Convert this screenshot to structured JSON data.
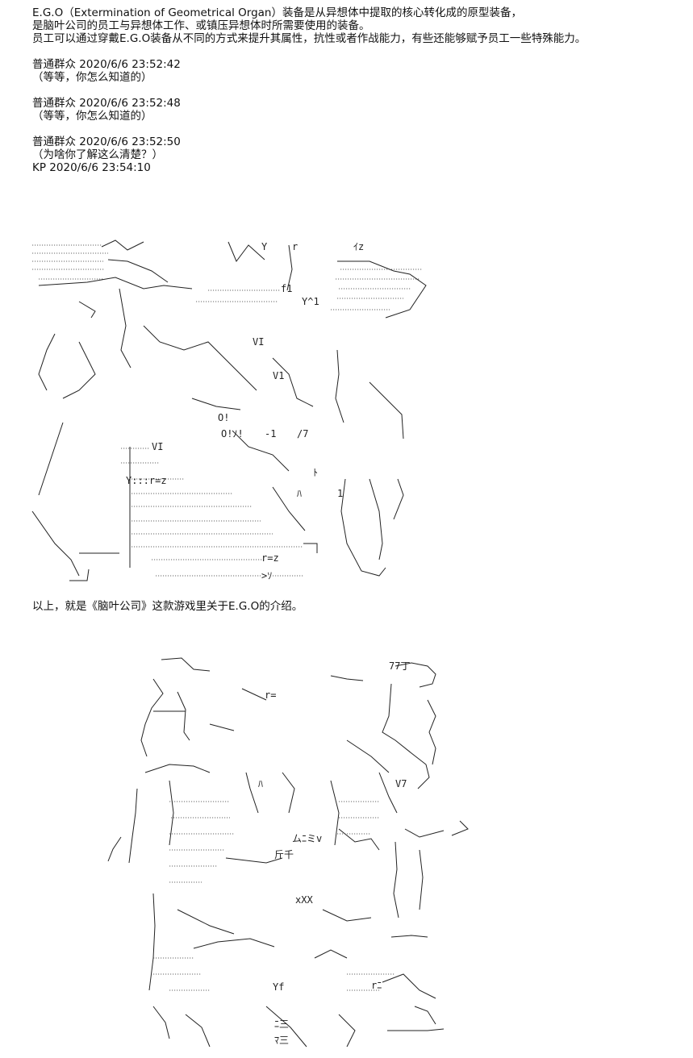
{
  "intro": [
    "E.G.O（Extermination of Geometrical Organ）装备是从异想体中提取的核心转化成的原型装备，",
    "是脑叶公司的员工与异想体工作、或镇压异想体时所需要使用的装备。",
    "员工可以通过穿戴E.G.O装备从不同的方式来提升其属性，抗性或者作战能力，有些还能够赋予员工一些特殊能力。"
  ],
  "comments": [
    {
      "author": "普通群众",
      "time": "2020/6/6 23:52:42",
      "text": "（等等，你怎么知道的）"
    },
    {
      "author": "普通群众",
      "time": "2020/6/6 23:52:48",
      "text": "（等等，你怎么知道的）"
    },
    {
      "author": "普通群众",
      "time": "2020/6/6 23:52:50",
      "text": "（为啥你了解这么清楚？）"
    }
  ],
  "kp": {
    "author": "KP",
    "time": "2020/6/6 23:54:10"
  },
  "outro": "以上，就是《脑叶公司》这款游戏里关于E.G.O的介绍。",
  "art1_glyphs": {
    "a": "Y",
    "b": "r",
    "c": "ｲz",
    "d": "f1",
    "e": "Y^1",
    "f": "VI",
    "g": "V1",
    "h": "O!",
    "i": "O!ﾉ!",
    "j": "-1",
    "k": "/7",
    "l": "VI",
    "m": "Y:::r=z",
    "n": "r=z",
    "o": ">ｿ",
    "p": "ﾄ",
    "q": "1",
    "r": "ﾊ"
  },
  "art2_glyphs": {
    "a": "77丁",
    "b": "r=",
    "c": "V7",
    "d": "ﾊ",
    "e": "xXX",
    "f": "斤千",
    "g": "ムﾆミv",
    "h": "Yf",
    "i": "ﾏ三",
    "j": "ﾆ三",
    "k": "rﾆ"
  }
}
